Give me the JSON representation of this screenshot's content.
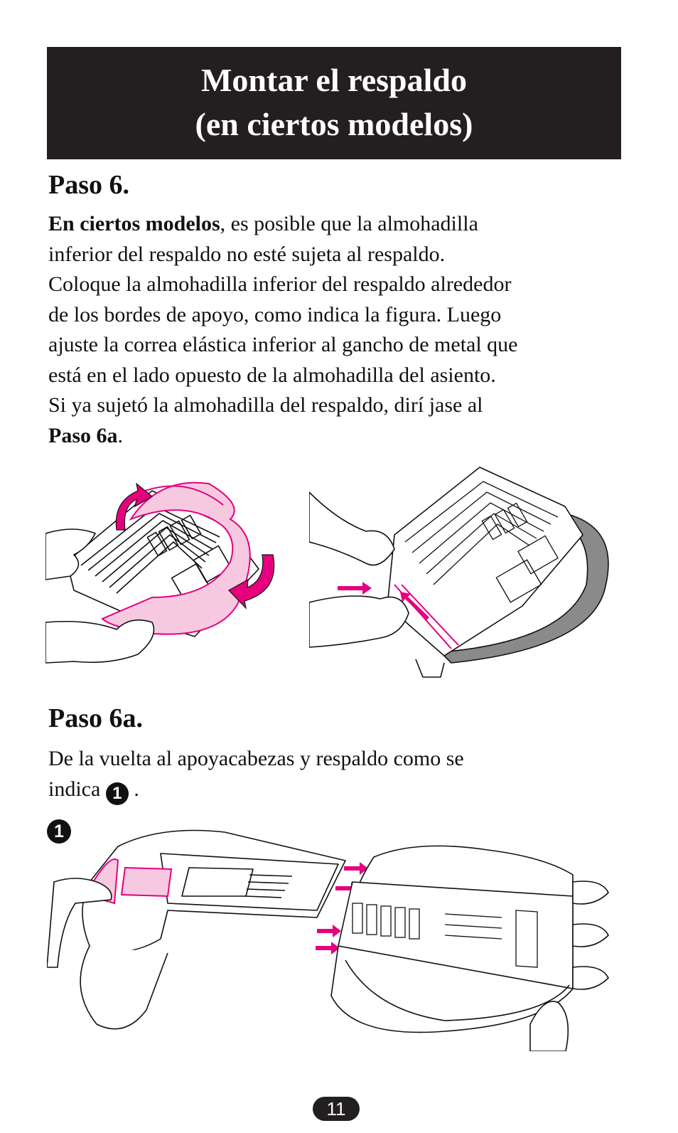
{
  "header": {
    "title_line1": "Montar el respaldo",
    "title_line2": "(en ciertos modelos)"
  },
  "step6": {
    "heading": "Paso 6.",
    "lead_bold": "En ciertos modelos",
    "line1_rest": ", es posible que la almohadilla",
    "line2": "inferior del respaldo no esté sujeta al respaldo.",
    "line3": "Coloque la almohadilla inferior del respaldo alrededor",
    "line4": "de los bordes de apoyo, como indica la figura. Luego",
    "line5": "ajuste la correa elástica inferior al gancho de metal que",
    "line6": "está en el lado opuesto de la almohadilla del asiento.",
    "line7": "Si ya sujetó la almohadilla del respaldo, dirí jase al",
    "ref_bold": "Paso 6a",
    "ref_end": "."
  },
  "step6a": {
    "heading": "Paso 6a.",
    "line1": "De la vuelta al apoyacabezas y respaldo como se",
    "line2_start": "indica",
    "circle_label": "1",
    "line2_end": " ."
  },
  "figure": {
    "marker_label": "1"
  },
  "page_number": "11",
  "colors": {
    "accent_magenta": "#e6007e",
    "banner": "#231f20",
    "pad_fill": "#f7c9e0",
    "cushion_grey": "#8a8a8a"
  }
}
